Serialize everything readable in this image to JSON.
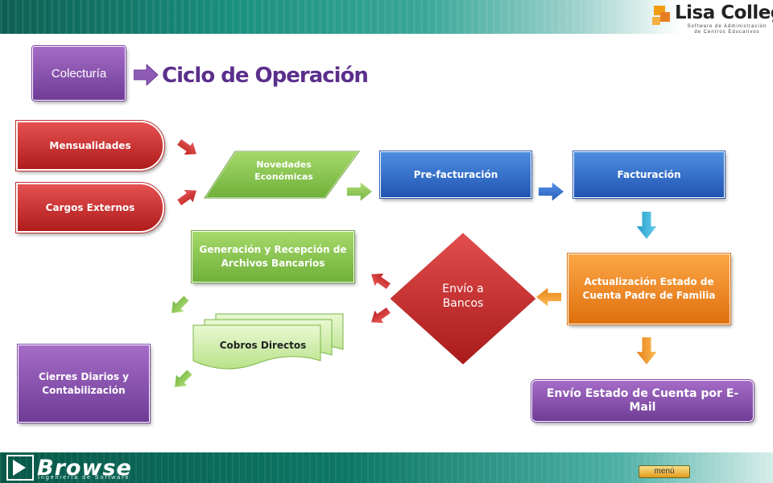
{
  "brand": {
    "name": "Lisa College",
    "tagline_line1": "Software de Administración",
    "tagline_line2": "de Centros Educativos"
  },
  "footer": {
    "company": "Browse",
    "subtitle": "Ingeniería de Software",
    "menu_label": "menú"
  },
  "header": {
    "section_label": "Colecturía",
    "page_title": "Ciclo de Operación"
  },
  "nodes": {
    "mensualidades": "Mensualidades",
    "cargos_externos": "Cargos Externos",
    "novedades_line1": "Novedades",
    "novedades_line2": "Económicas",
    "prefacturacion": "Pre-facturación",
    "facturacion": "Facturación",
    "actualizacion_line1": "Actualización Estado de",
    "actualizacion_line2": "Cuenta Padre de Familia",
    "envio_bancos_line1": "Envío a",
    "envio_bancos_line2": "Bancos",
    "generacion_line1": "Generación y Recepción de",
    "generacion_line2": "Archivos Bancarios",
    "cobros_directos": "Cobros Directos",
    "cierres_line1": "Cierres Diarios y",
    "cierres_line2": "Contabilización",
    "envio_email": "Envío Estado de Cuenta por E-Mail"
  },
  "colors": {
    "purple": "#7d4aa5",
    "green": "#7ab648",
    "blue": "#2a5ab0",
    "orange": "#f08a1d",
    "red": "#c0292b",
    "title": "#5b2f8c"
  }
}
